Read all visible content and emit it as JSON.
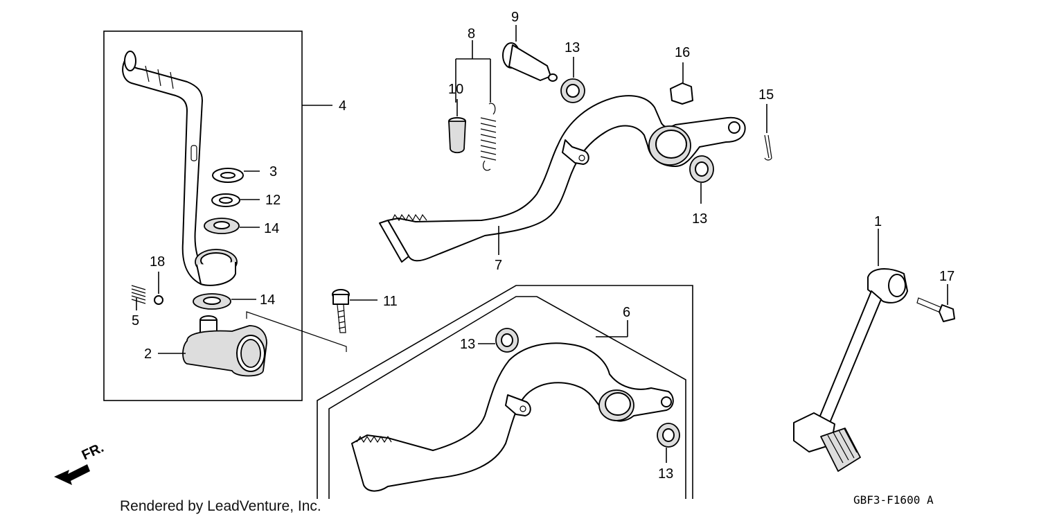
{
  "diagram": {
    "callouts": {
      "c1": "1",
      "c2": "2",
      "c3": "3",
      "c4": "4",
      "c5": "5",
      "c6": "6",
      "c7": "7",
      "c8": "8",
      "c9": "9",
      "c10": "10",
      "c11": "11",
      "c12": "12",
      "c13a": "13",
      "c13b": "13",
      "c13c": "13",
      "c13d": "13",
      "c14a": "14",
      "c14b": "14",
      "c15": "15",
      "c16": "16",
      "c17": "17",
      "c18": "18"
    },
    "front_marker": "FR.",
    "footer_credit": "Rendered by LeadVenture, Inc.",
    "diagram_code": "GBF3-F1600 A"
  },
  "colors": {
    "line": "#000000",
    "background": "#ffffff",
    "shade": "#dddddd"
  }
}
